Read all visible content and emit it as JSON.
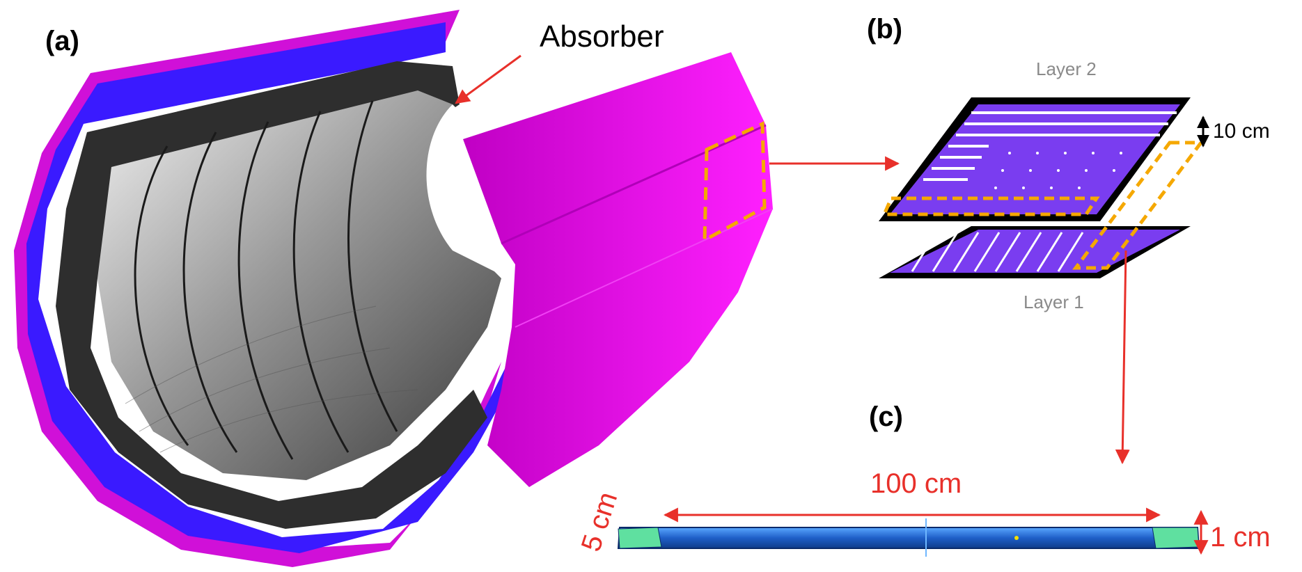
{
  "panels": {
    "a": {
      "label": "(a)",
      "callout": "Absorber"
    },
    "b": {
      "label": "(b)",
      "top_layer": "Layer 2",
      "bottom_layer": "Layer 1",
      "gap": "10 cm"
    },
    "c": {
      "label": "(c)",
      "length": "100 cm",
      "width": "5 cm",
      "thickness": "1 cm"
    }
  },
  "colors": {
    "magenta": "#e600e6",
    "blue": "#3a1aff",
    "dark": "#2e2e2e",
    "arrow": "#e8302a",
    "dash": "#f5a800",
    "purple": "#7a3df0",
    "bar": "#1f6fd6",
    "green": "#5fe0a0"
  }
}
